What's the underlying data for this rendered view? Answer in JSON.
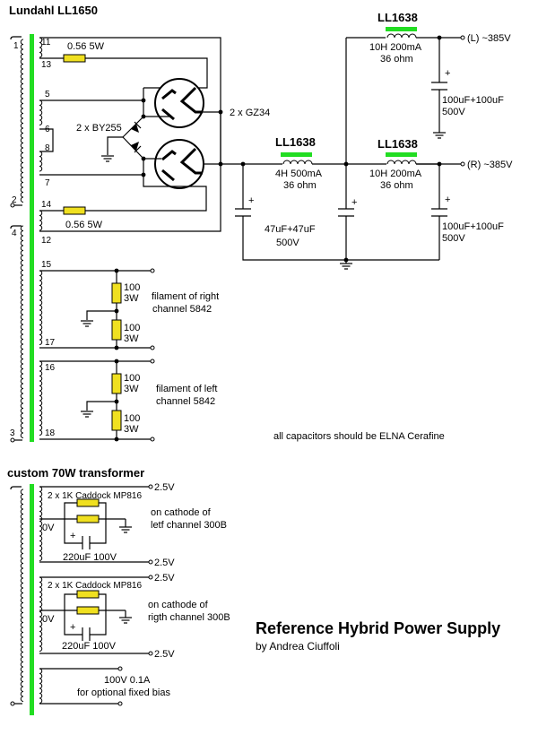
{
  "title": {
    "main": "Reference Hybrid Power Supply",
    "author": "by Andrea Ciuffoli"
  },
  "note": "all capacitors should be ELNA Cerafine",
  "colors": {
    "core": "#22dd22",
    "resistor": "#f0e020",
    "wire": "#000000",
    "background": "#ffffff"
  },
  "transformer_main": {
    "label": "Lundahl  LL1650",
    "primary_pins": [
      "1",
      "2",
      "4",
      "3"
    ],
    "secondary_pins": [
      "11",
      "13",
      "5",
      "6",
      "8",
      "7",
      "14",
      "12",
      "15",
      "17",
      "16",
      "18"
    ]
  },
  "rectifier": {
    "tubes_label": "2 x GZ34",
    "diodes_label": "2 x BY255",
    "resistor_top": "0.56 5W",
    "resistor_bottom": "0.56 5W"
  },
  "filament_right": {
    "label_line1": "filament of right",
    "label_line2": "channel 5842",
    "r1_value": "100",
    "r1_power": "3W",
    "r2_value": "100",
    "r2_power": "3W"
  },
  "filament_left": {
    "label_line1": "filament of left",
    "label_line2": "channel 5842",
    "r1_value": "100",
    "r1_power": "3W",
    "r2_value": "100",
    "r2_power": "3W"
  },
  "choke_first": {
    "name": "LL1638",
    "spec1": "4H 500mA",
    "spec2": "36 ohm"
  },
  "choke_right": {
    "name": "LL1638",
    "spec1": "10H 200mA",
    "spec2": "36 ohm"
  },
  "choke_left": {
    "name": "LL1638",
    "spec1": "10H 200mA",
    "spec2": "36 ohm"
  },
  "cap_first": {
    "plus": "+",
    "value": "47uF+47uF",
    "voltage": "500V"
  },
  "cap_mid": {
    "plus": "+"
  },
  "cap_right": {
    "plus": "+",
    "value": "100uF+100uF",
    "voltage": "500V"
  },
  "cap_left": {
    "plus": "+",
    "value": "100uF+100uF",
    "voltage": "500V"
  },
  "outputs": {
    "left": "(L) ~385V",
    "right": "(R) ~385V"
  },
  "transformer_custom": {
    "label": "custom  70W  transformer",
    "left_channel": {
      "top_voltage": "2.5V",
      "bottom_voltage": "2.5V",
      "center": "0V",
      "resistors": "2 x 1K Caddock MP816",
      "capacitor": "220uF 100V",
      "plus": "+",
      "label_line1": "on cathode of",
      "label_line2": "letf channel 300B"
    },
    "right_channel": {
      "top_voltage": "2.5V",
      "bottom_voltage": "2.5V",
      "center": "0V",
      "resistors": "2 x 1K Caddock MP816",
      "capacitor": "220uF 100V",
      "plus": "+",
      "label_line1": "on cathode of",
      "label_line2": "rigth channel 300B"
    },
    "bias": {
      "line1": "100V  0.1A",
      "line2": "for optional fixed bias"
    }
  }
}
